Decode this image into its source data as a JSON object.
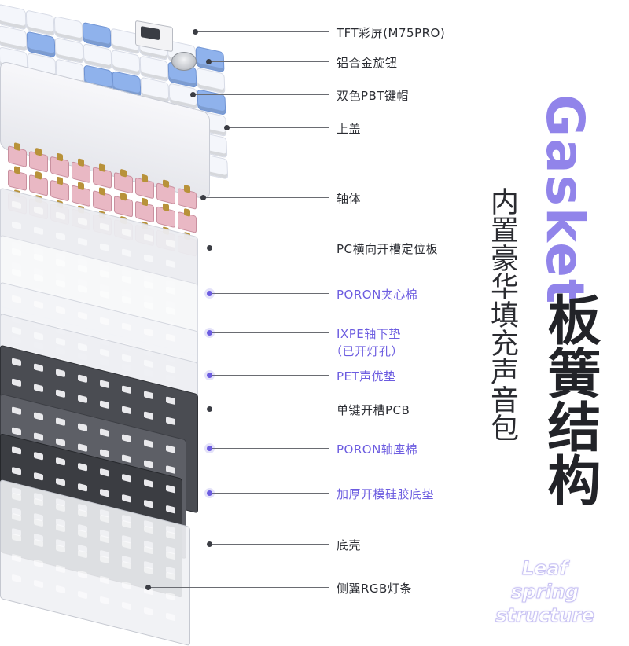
{
  "title": {
    "english": "Gasket",
    "chinese": "板簧结构",
    "subtitle": "内置豪华填充声音包",
    "english_sub_line1": "Leaf spring",
    "english_sub_line2": "structure"
  },
  "colors": {
    "accent_purple": "#6c5ce0",
    "title_purple": "#9184ea",
    "keycap_blue": "#8fb2ec",
    "keycap_purple": "#8e7fe0",
    "keycap_white": "#f4f6fb",
    "switch_pink": "#e9b8c4",
    "pcb_dark": "#4a4c52",
    "text_dark": "#2b2d33"
  },
  "layers": [
    {
      "label": "TFT彩屏(M75PRO)",
      "highlight": false
    },
    {
      "label": "铝合金旋钮",
      "highlight": false
    },
    {
      "label": "双色PBT键帽",
      "highlight": false
    },
    {
      "label": "上盖",
      "highlight": false
    },
    {
      "label": "轴体",
      "highlight": false
    },
    {
      "label": "PC横向开槽定位板",
      "highlight": false
    },
    {
      "label": "PORON夹心棉",
      "highlight": true
    },
    {
      "label": "IXPE轴下垫",
      "sublabel": "（已开灯孔）",
      "highlight": true
    },
    {
      "label": "PET声优垫",
      "highlight": true
    },
    {
      "label": "单键开槽PCB",
      "highlight": false
    },
    {
      "label": "PORON轴座棉",
      "highlight": true
    },
    {
      "label": "加厚开模硅胶底垫",
      "highlight": true
    },
    {
      "label": "底壳",
      "highlight": false
    },
    {
      "label": "侧翼RGB灯条",
      "highlight": false
    }
  ]
}
